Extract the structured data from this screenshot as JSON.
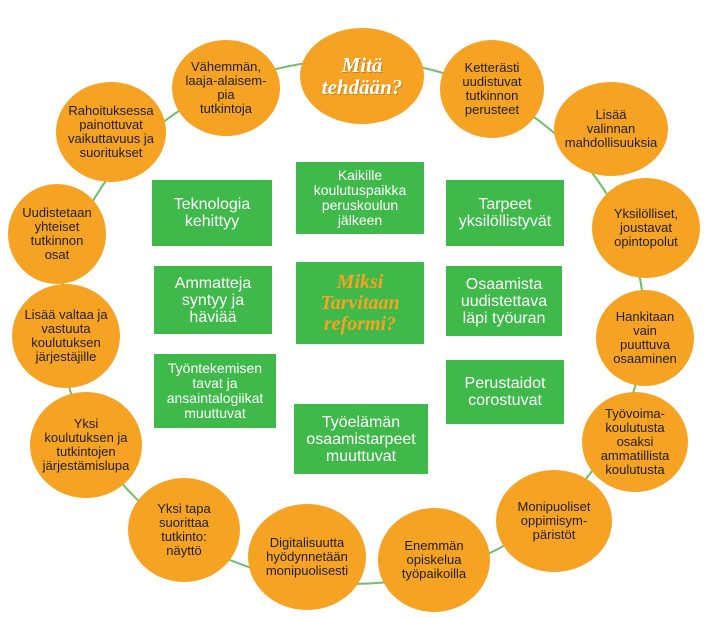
{
  "colors": {
    "orange": "#f6a323",
    "green": "#3fb94a",
    "connector": "#6cc06a"
  },
  "title": "Mitä\ntehdään?",
  "center_title": "Miksi\nTarvitaan\nreformi?",
  "circles": [
    "Vähemmän,\nlaaja-alaisem-\npia\ntutkintoja",
    "Ketterästi\nuudistuvat\ntutkinnon\nperusteet",
    "Lisää\nvalinnan\nmahdollisuuksia",
    "Yksilölliset,\njoustavat\nopintopolut",
    "Hankitaan\nvain\npuuttuva\nosaaminen",
    "Työvoima-\nkoulutusta\nosaksi\nammatillista\nkoulutusta",
    "Monipuoliset\noppimisym-\npäristöt",
    "Enemmän\nopiskelua\ntyöpaikoilla",
    "Digitalisuutta\nhyödynnetään\nmonipuolisesti",
    "Yksi tapa\nsuorittaa\ntutkinto:\nnäyttö",
    "Yksi\nkoulutuksen ja\ntutkintojen\njärjestämislupa",
    "Lisää valtaa ja\nvastuuta\nkoulutuksen\njärjestäjille",
    "Uudistetaan\nyhteiset\ntutkinnon\nosat",
    "Rahoituksessa\npainottuvat\nvaikuttavuus ja\nsuoritukset"
  ],
  "boxes": {
    "top": "Kaikille\nkoulutuspaikka\nperuskoulun\njälkeen",
    "left1": "Teknologia\nkehittyy",
    "left2": "Ammatteja\nsyntyy ja\nhäviää",
    "left3": "Työntekemisen\ntavat ja\nansaintalogiikat\nmuuttuvat",
    "right1": "Tarpeet\nyksilöllistyvät",
    "right2": "Osaamista\nuudistettava\nläpi työuran",
    "right3": "Perustaidot\ncorostuvat",
    "bottom": "Työelämän\nosaamistarpeet\nmuuttuvat"
  }
}
